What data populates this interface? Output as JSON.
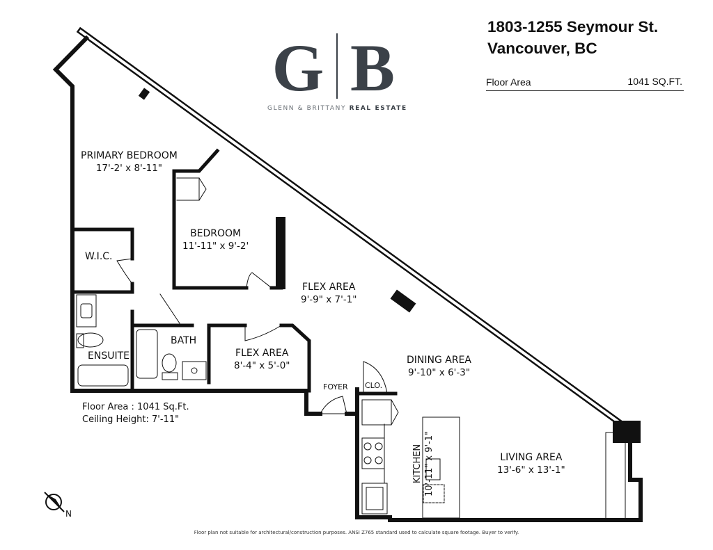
{
  "listing": {
    "address_line1": "1803-1255 Seymour St.",
    "address_line2": "Vancouver, BC",
    "floor_area_label": "Floor Area",
    "floor_area_value": "1041 SQ.FT."
  },
  "brand": {
    "letters_left": "G",
    "letters_right": "B",
    "subtitle_plain": "GLENN & BRITTANY ",
    "subtitle_bold": "REAL ESTATE",
    "color": "#3b4148"
  },
  "rooms": {
    "primary_bedroom": {
      "name": "PRIMARY BEDROOM",
      "dims": "17'-2' x 8'-11\""
    },
    "bedroom": {
      "name": "BEDROOM",
      "dims": "11'-11\" x 9'-2'"
    },
    "wic": {
      "name": "W.I.C."
    },
    "flex_area_1": {
      "name": "FLEX AREA",
      "dims": "9'-9\" x 7'-1\""
    },
    "bath": {
      "name": "BATH"
    },
    "ensuite": {
      "name": "ENSUITE"
    },
    "flex_area_2": {
      "name": "FLEX AREA",
      "dims": "8'-4\" x 5'-0\""
    },
    "dining_area": {
      "name": "DINING AREA",
      "dims": "9'-10\" x 6'-3\""
    },
    "foyer": {
      "name": "FOYER"
    },
    "closet": {
      "name": "CLO."
    },
    "kitchen": {
      "name": "KITCHEN",
      "dims": "10'-11\" x 9'-1\""
    },
    "living_area": {
      "name": "LIVING AREA",
      "dims": "13'-6\" x 13'-1\""
    }
  },
  "notes": {
    "floor_area": "Floor Area : 1041 Sq.Ft.",
    "ceiling_height": "Ceiling Height: 7'-11\""
  },
  "compass": {
    "icon": "north-arrow-icon",
    "label": "N"
  },
  "disclaimer": "Floor plan not suitable for architectural/construction purposes. ANSI Z765 standard used to calculate square footage. Buyer to verify."
}
